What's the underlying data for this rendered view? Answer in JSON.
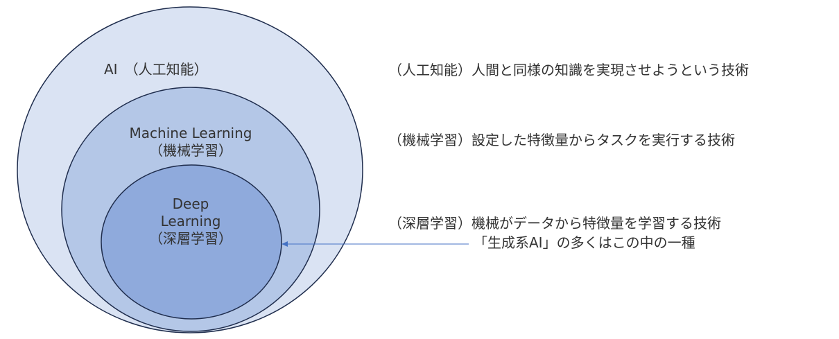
{
  "diagram": {
    "circles": [
      {
        "id": "ai",
        "lines": [
          "AI　（人工知能）"
        ],
        "fill": "#dae3f3",
        "stroke": "#1f2d4d"
      },
      {
        "id": "ml",
        "lines": [
          "Machine Learning",
          "（機械学習）"
        ],
        "fill": "#b4c7e7",
        "stroke": "#1f2d4d"
      },
      {
        "id": "dl",
        "lines": [
          "Deep",
          "Learning",
          "（深層学習）"
        ],
        "fill": "#8faadc",
        "stroke": "#1f2d4d"
      }
    ],
    "descriptions": {
      "ai": "（人工知能）人間と同様の知識を実現させようという技術",
      "ml": "（機械学習）設定した特徴量からタスクを実行する技術",
      "dl": "（深層学習）機械がデータから特徴量を学習する技術",
      "dl_note": "「生成系AI」の多くはこの中の一種"
    },
    "arrow_color": "#4472c4"
  }
}
